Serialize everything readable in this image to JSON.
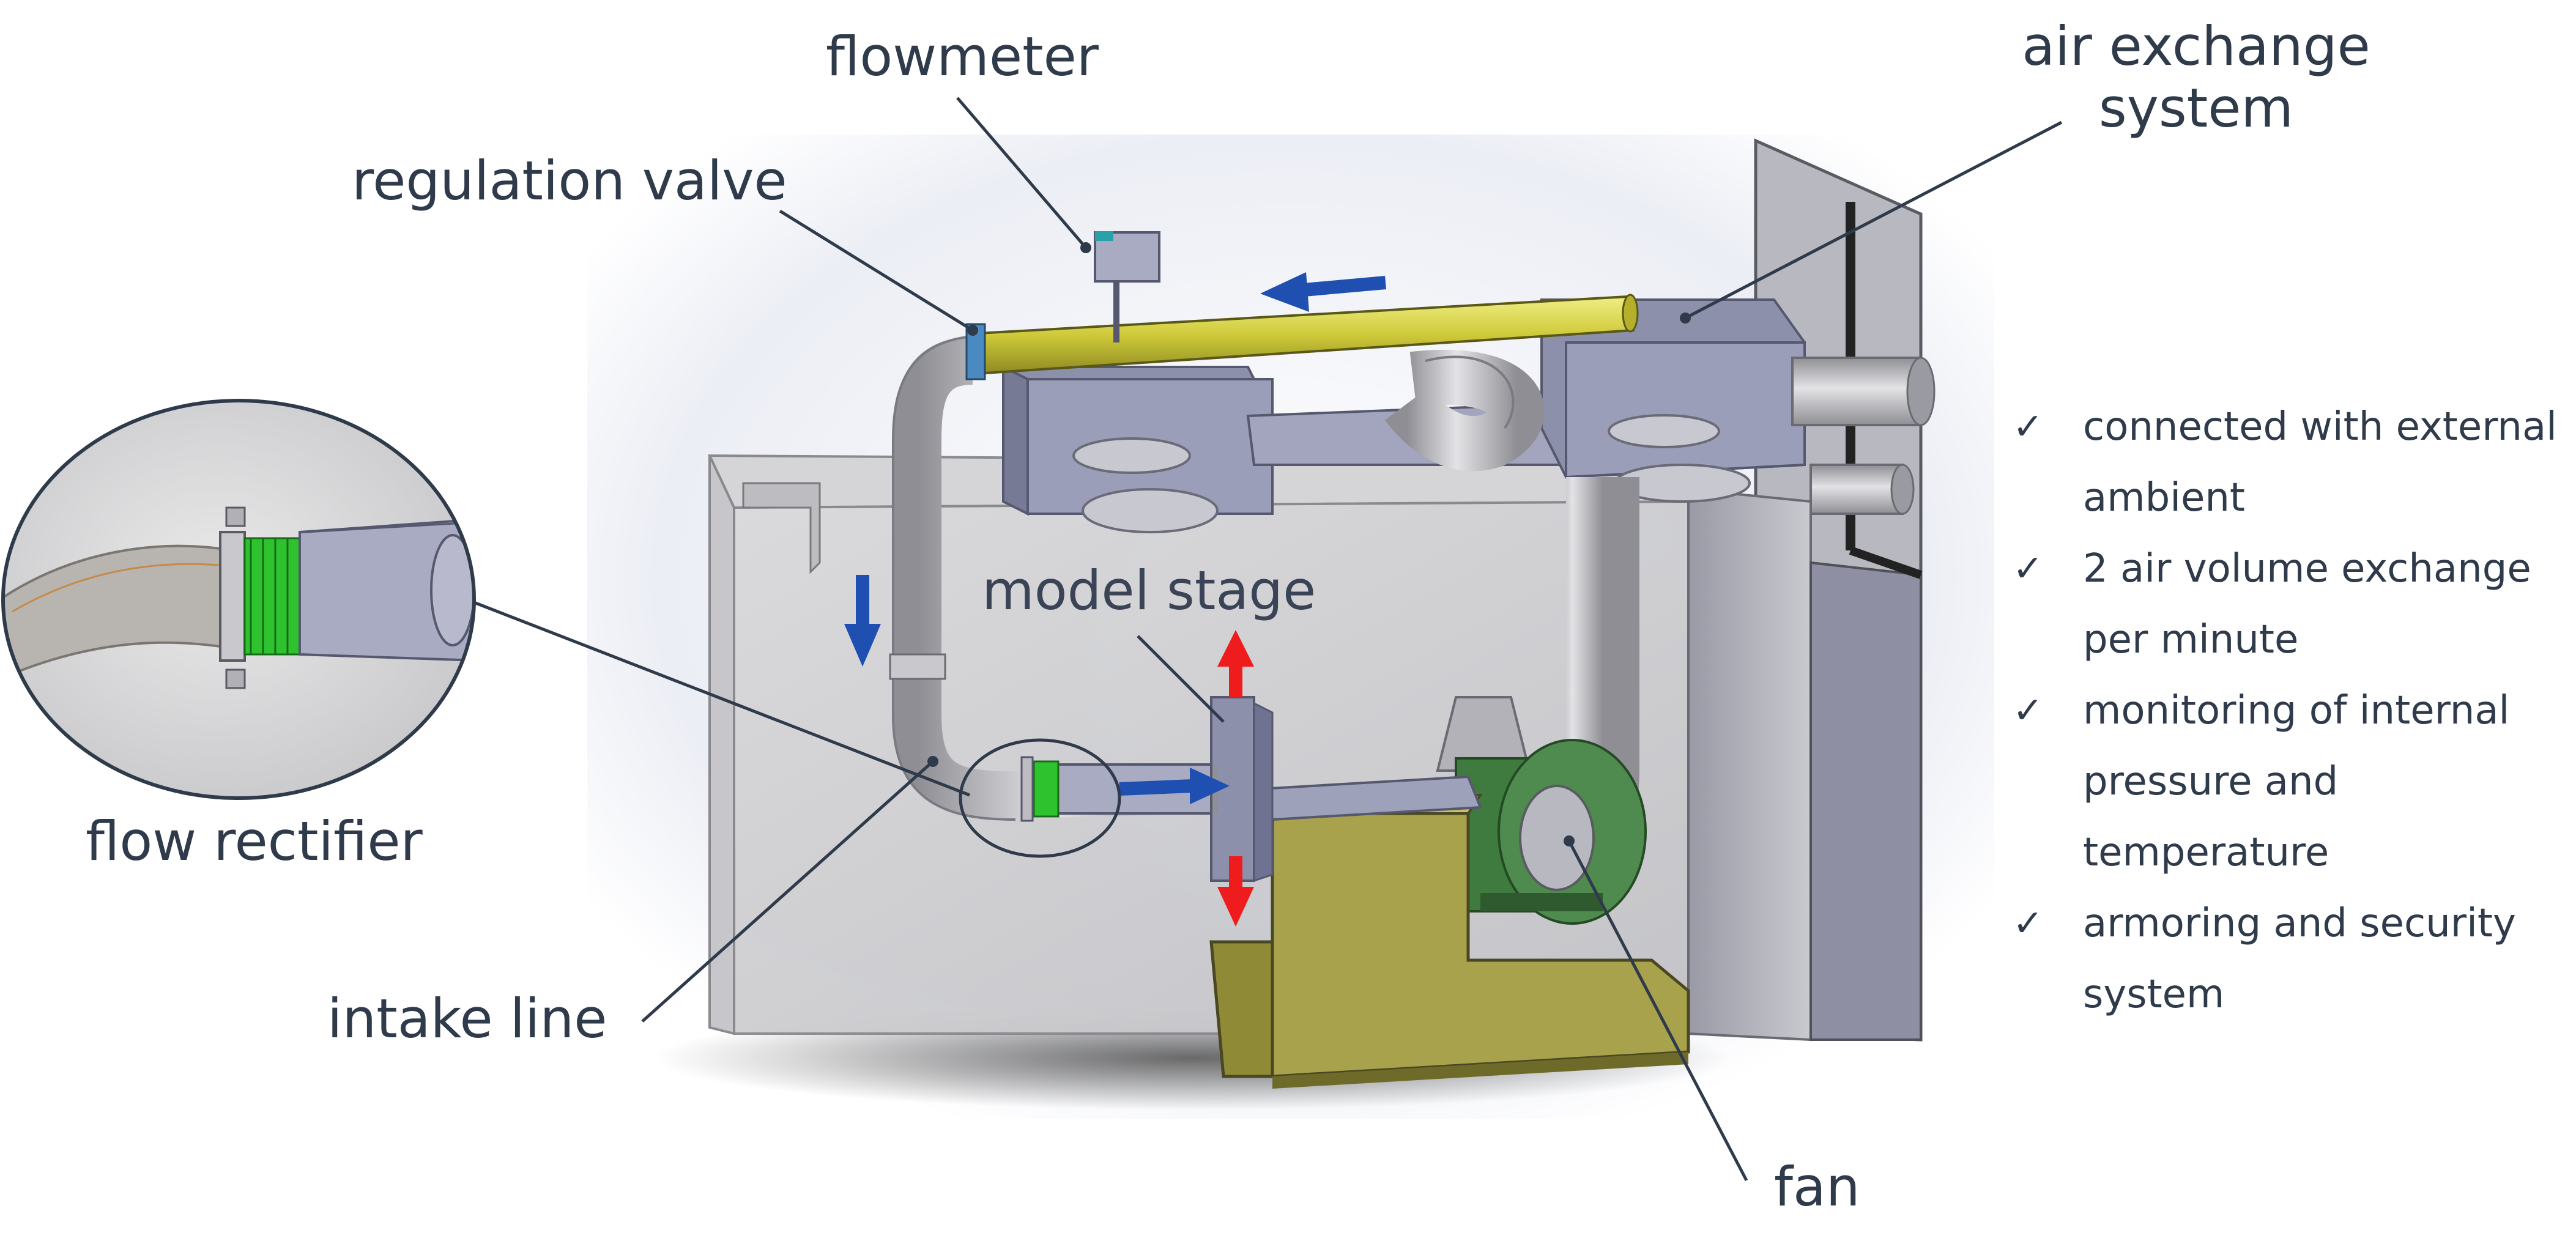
{
  "labels": {
    "flowmeter": "flowmeter",
    "air_exchange_line1": "air exchange",
    "air_exchange_line2": "system",
    "regulation_valve": "regulation valve",
    "model_stage": "model stage",
    "flow_rectifier": "flow rectifier",
    "intake_line": "intake line",
    "fan": "fan"
  },
  "features": [
    {
      "check": "✓",
      "text": "connected with external ambient"
    },
    {
      "check": "✓",
      "text": "2 air volume exchange per minute"
    },
    {
      "check": "✓",
      "text": "monitoring of internal pressure and temperature"
    },
    {
      "check": "✓",
      "text": "armoring and security system"
    }
  ],
  "colors": {
    "label_text": "#2f3a4a",
    "leader_line": "#2f3a4a",
    "flow_arrow_blue": "#1f4fb0",
    "motion_arrow_red": "#ee1c1c",
    "upper_duct_yellow": "#d6d24a",
    "base_block_olive": "#a8a24c",
    "fan_green": "#4f8a4f",
    "rectifier_green": "#2fc22f",
    "duct_gray": "#b9b9bf",
    "box_blue_gray": "#8d90ab"
  }
}
